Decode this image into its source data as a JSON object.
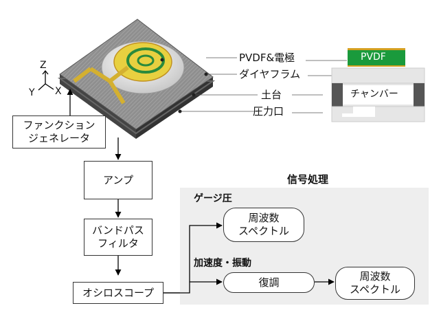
{
  "axes": {
    "z": "Z",
    "y": "Y",
    "x": "X"
  },
  "labels": {
    "pvdf_electrode": "PVDF&電極",
    "diaphragm": "ダイヤフラム",
    "base": "土台",
    "pressure_port": "圧力口"
  },
  "cross_section": {
    "pvdf": "PVDF",
    "chamber": "チャンバー"
  },
  "blocks": {
    "function_generator": [
      "ファンクション",
      "ジェネレータ"
    ],
    "amp": "アンプ",
    "bandpass_filter": [
      "バンドパス",
      "フィルタ"
    ],
    "oscilloscope": "オシロスコープ"
  },
  "signal_processing": {
    "title": "信号処理",
    "gauge_pressure": "ゲージ圧",
    "spectrum": [
      "周波数",
      "スペクトル"
    ],
    "accel_vibration": "加速度・振動",
    "demodulation": "復調",
    "spectrum2": [
      "周波数",
      "スペクトル"
    ]
  },
  "colors": {
    "pvdf_green": "#1a9a3c",
    "electrode_gold": "#d4a020",
    "electrode_yellow": "#e8d040",
    "chamber_dark": "#555555",
    "panel_gray": "#eeeeee"
  }
}
